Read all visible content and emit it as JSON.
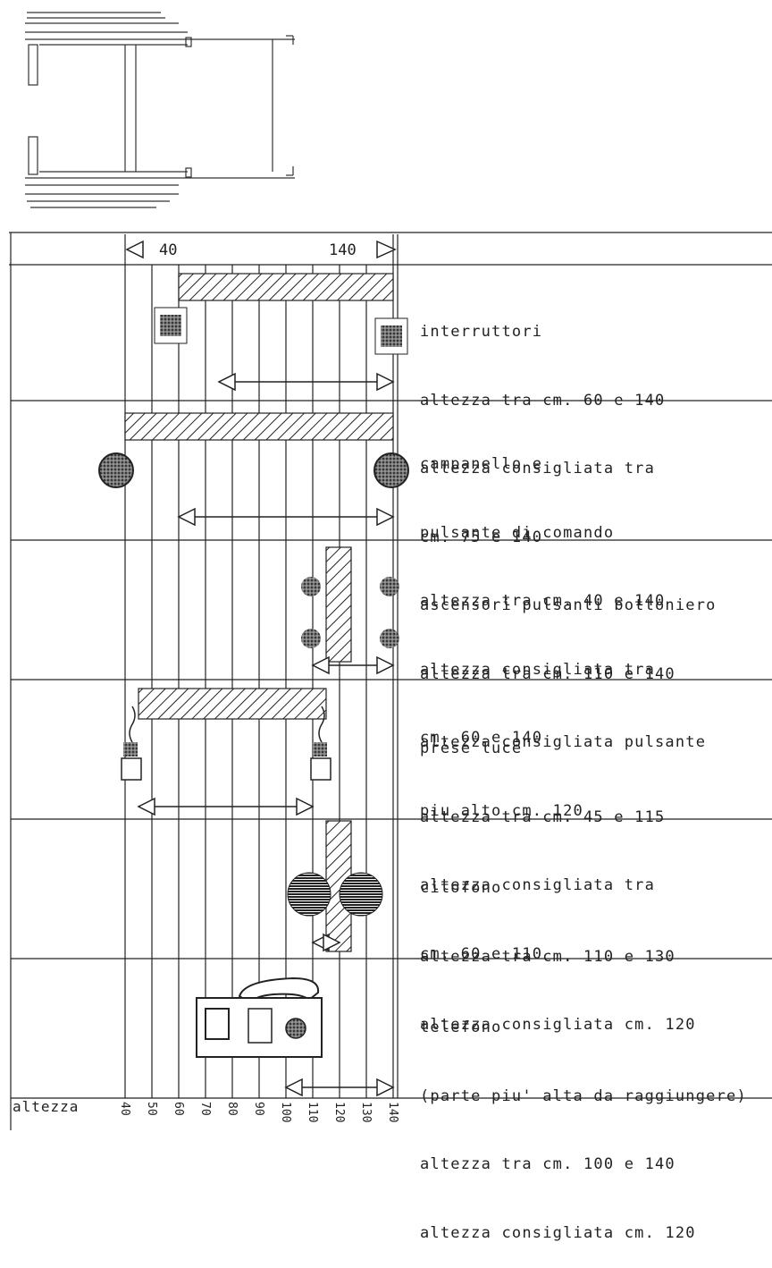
{
  "scale": {
    "title": "altezza",
    "ticks": [
      "40",
      "50",
      "60",
      "70",
      "80",
      "90",
      "100",
      "110",
      "120",
      "130",
      "140"
    ],
    "top_left_label": "40",
    "top_right_label": "140"
  },
  "rows": [
    {
      "id": "interruttori",
      "lines": [
        "interruttori",
        "altezza tra cm. 60 e 140",
        "altezza consigliata tra",
        "cm. 75 e 140"
      ],
      "range": [
        60,
        140
      ],
      "recommended": [
        75,
        140
      ]
    },
    {
      "id": "campanello",
      "lines": [
        "campanello e",
        "pulsante di comando",
        "altezza tra cm. 40 e 140",
        "altezza consigliata tra",
        "cm. 60 e 140"
      ],
      "range": [
        40,
        140
      ],
      "recommended": [
        60,
        140
      ]
    },
    {
      "id": "ascensori",
      "lines": [
        "ascensori pulsanti bottoniero",
        "altezza tra cm. 110 e 140",
        "altezza consigliata pulsante",
        "piu alto cm. 120"
      ],
      "range": [
        110,
        140
      ],
      "recommended": [
        110,
        140
      ]
    },
    {
      "id": "prese",
      "lines": [
        "prese luce",
        "altezza tra cm. 45 e 115",
        "altezza consigliata tra",
        "cm. 60 e 110"
      ],
      "range": [
        45,
        115
      ],
      "recommended": [
        45,
        110
      ]
    },
    {
      "id": "citofono",
      "lines": [
        "citofono",
        "altezza tra cm. 110 e 130",
        "altezza consigliata cm. 120"
      ],
      "range": [
        110,
        130
      ],
      "recommended": [
        110,
        120
      ]
    },
    {
      "id": "telefono",
      "lines": [
        "telefono",
        "(parte piu' alta da raggiungere)",
        "altezza tra cm. 100 e 140",
        "altezza consigliata cm. 120"
      ],
      "range": [
        100,
        140
      ],
      "recommended": [
        100,
        140
      ]
    }
  ]
}
